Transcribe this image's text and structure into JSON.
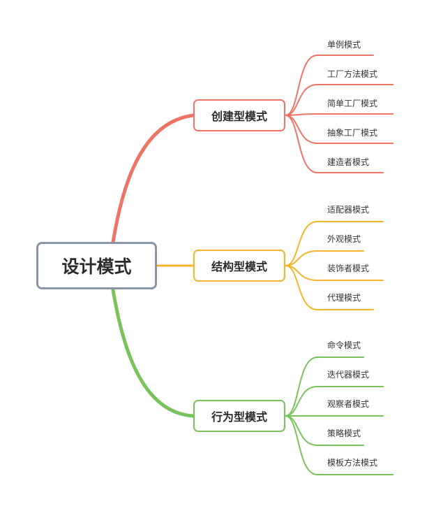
{
  "root": {
    "label": "设计模式",
    "border_color": "#8a95a8"
  },
  "categories": [
    {
      "label": "创建型模式",
      "color": "#ee7566",
      "items": [
        "单例模式",
        "工厂方法模式",
        "简单工厂模式",
        "抽象工厂模式",
        "建造者模式"
      ]
    },
    {
      "label": "结构型模式",
      "color": "#f5b52a",
      "items": [
        "适配器模式",
        "外观模式",
        "装饰者模式",
        "代理模式"
      ]
    },
    {
      "label": "行为型模式",
      "color": "#79c35c",
      "items": [
        "命令模式",
        "迭代器模式",
        "观察者模式",
        "策略模式",
        "模板方法模式"
      ]
    }
  ]
}
